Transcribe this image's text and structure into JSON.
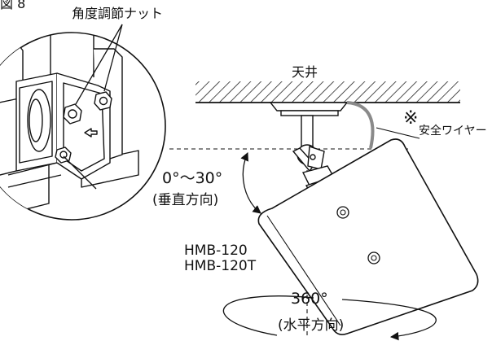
{
  "diagram": {
    "figure_label": "図 8",
    "nut_label": "角度調節ナット",
    "ceiling_label": "天井",
    "note_mark": "※",
    "wire_label": "安全ワイヤー",
    "tilt_range": "0°～30°",
    "tilt_direction": "(垂直方向)",
    "model_1": "HMB-120",
    "model_2": "HMB-120T",
    "rotation_range": "360°",
    "rotation_direction": "(水平方向)"
  }
}
